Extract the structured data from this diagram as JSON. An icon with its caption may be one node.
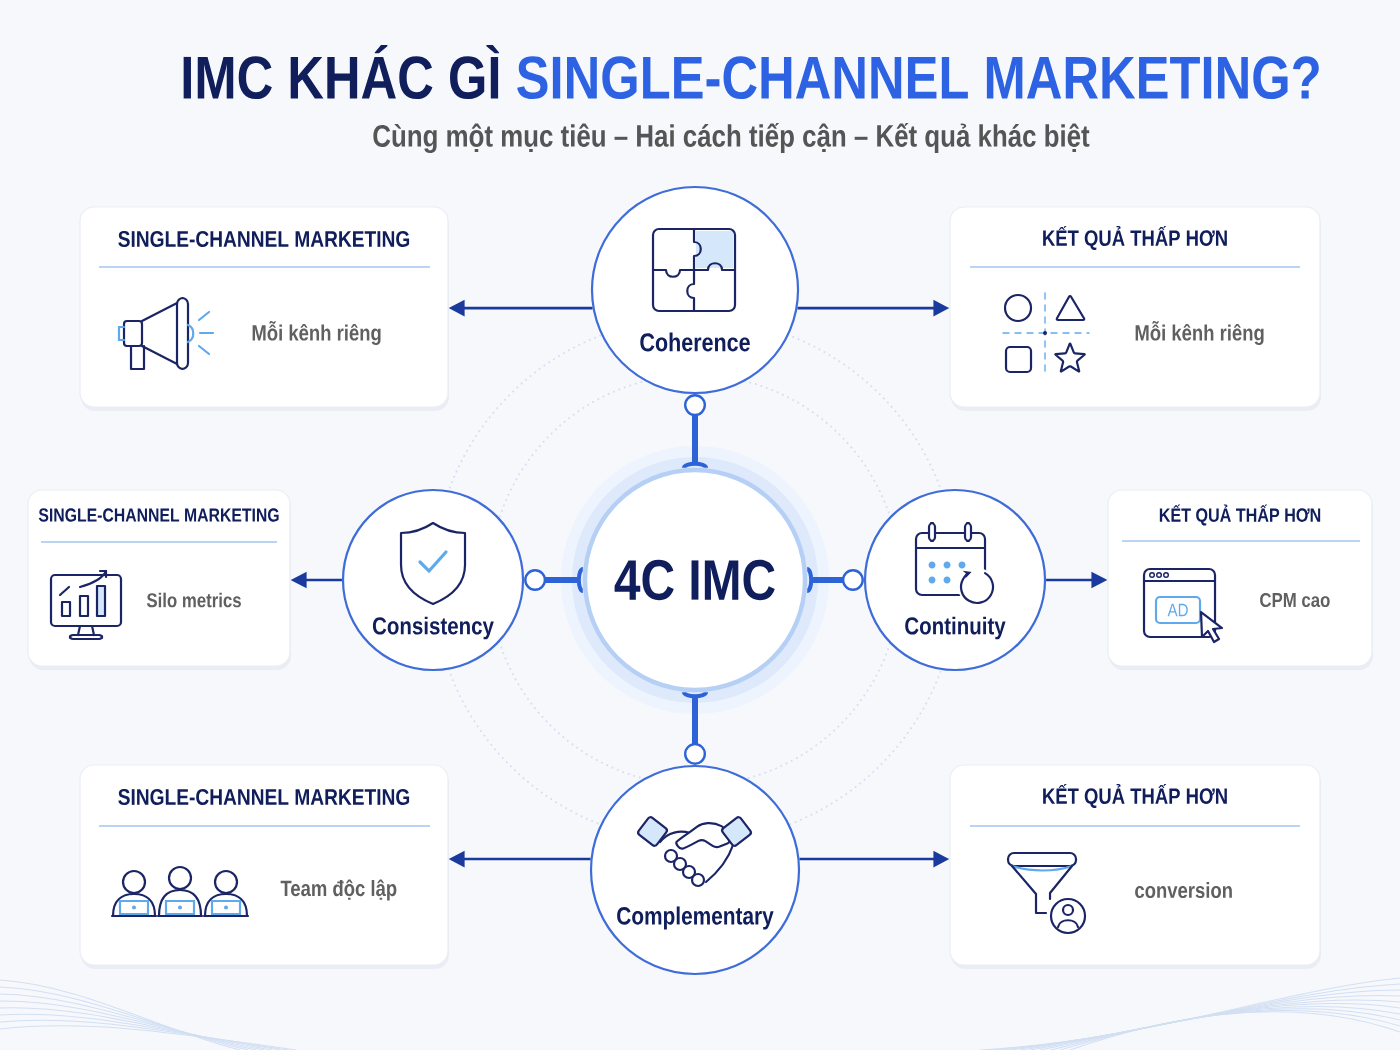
{
  "diagram": {
    "title": "IMC KHÁC GÌ SINGLE-CHANNEL MARKETING?",
    "nodes": [
      {
        "text": [
          "SINGLE-CHANNEL MARKETING",
          "Mỗi kênh riêng"
        ]
      },
      {
        "text": [
          "Coherence"
        ]
      },
      {
        "text": [
          "KẾT QUẢ THẤP HƠN",
          "Mỗi kênh riêng"
        ]
      },
      {
        "text": [
          "SINGLE-CHANNEL MARKETING",
          "Silo metrics"
        ]
      },
      {
        "text": [
          "Consistency"
        ]
      },
      {
        "text": [
          "4C IMC"
        ]
      },
      {
        "text": [
          "Continuity"
        ]
      },
      {
        "text": [
          "KẾT QUẢ THẤP HƠN",
          "CPM cao"
        ]
      },
      {
        "text": [
          "SINGLE-CHANNEL MARKETING",
          "Team độc lập"
        ]
      },
      {
        "text": [
          "Complementary"
        ]
      },
      {
        "text": [
          "KẾT QUẢ THẤP HƠN",
          "conversion"
        ]
      }
    ],
    "edges": [
      {
        "from": 5,
        "to": 1,
        "arrow": "other",
        "style": "thick",
        "color": "#2e63d8"
      },
      {
        "from": 5,
        "to": 4,
        "arrow": "other",
        "style": "thick",
        "color": "#2e63d8"
      },
      {
        "from": 5,
        "to": 6,
        "arrow": "other",
        "style": "thick",
        "color": "#2e63d8"
      },
      {
        "from": 5,
        "to": 9,
        "arrow": "other",
        "style": "thick",
        "color": "#2e63d8"
      },
      {
        "from": 1,
        "to": 0,
        "arrow": "to"
      },
      {
        "from": 1,
        "to": 2,
        "arrow": "to"
      },
      {
        "from": 4,
        "to": 3,
        "arrow": "to"
      },
      {
        "from": 6,
        "to": 7,
        "arrow": "to"
      },
      {
        "from": 9,
        "to": 8,
        "arrow": "to"
      },
      {
        "from": 9,
        "to": 10,
        "arrow": "to"
      }
    ],
    "labels": [
      "Cùng một mục tiêu – Hai cách tiếp cận – Kết quả khác biệt",
      "AD"
    ]
  }
}
